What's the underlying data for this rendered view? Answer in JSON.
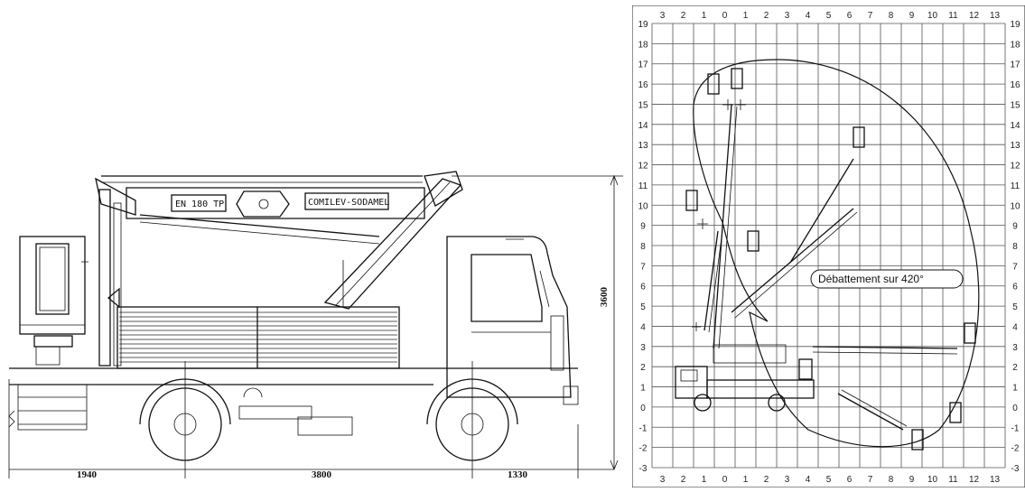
{
  "truck_drawing": {
    "boom_label": "EN 180 TP",
    "brand_label": "COMILEV-SODAMEL",
    "dimensions": {
      "rear_overhang": "1940",
      "wheelbase": "3800",
      "front_overhang": "1330",
      "height": "3600"
    }
  },
  "reach_diagram": {
    "top_axis": [
      "3",
      "2",
      "1",
      "0",
      "1",
      "2",
      "3",
      "4",
      "5",
      "6",
      "7",
      "8",
      "9",
      "10",
      "11",
      "12",
      "13"
    ],
    "bottom_axis": [
      "3",
      "2",
      "1",
      "0",
      "1",
      "2",
      "3",
      "4",
      "5",
      "6",
      "7",
      "8",
      "9",
      "10",
      "11",
      "12",
      "13"
    ],
    "left_axis": [
      "19",
      "18",
      "17",
      "16",
      "15",
      "14",
      "13",
      "12",
      "11",
      "10",
      "9",
      "8",
      "7",
      "6",
      "5",
      "4",
      "3",
      "2",
      "1",
      "0",
      "-1",
      "-2",
      "-3"
    ],
    "right_axis": [
      "19",
      "18",
      "17",
      "16",
      "15",
      "14",
      "13",
      "12",
      "11",
      "10",
      "9",
      "8",
      "7",
      "6",
      "5",
      "4",
      "3",
      "2",
      "1",
      "0",
      "-1",
      "-2",
      "-3"
    ],
    "annotation": "Débattement  sur  420°"
  }
}
